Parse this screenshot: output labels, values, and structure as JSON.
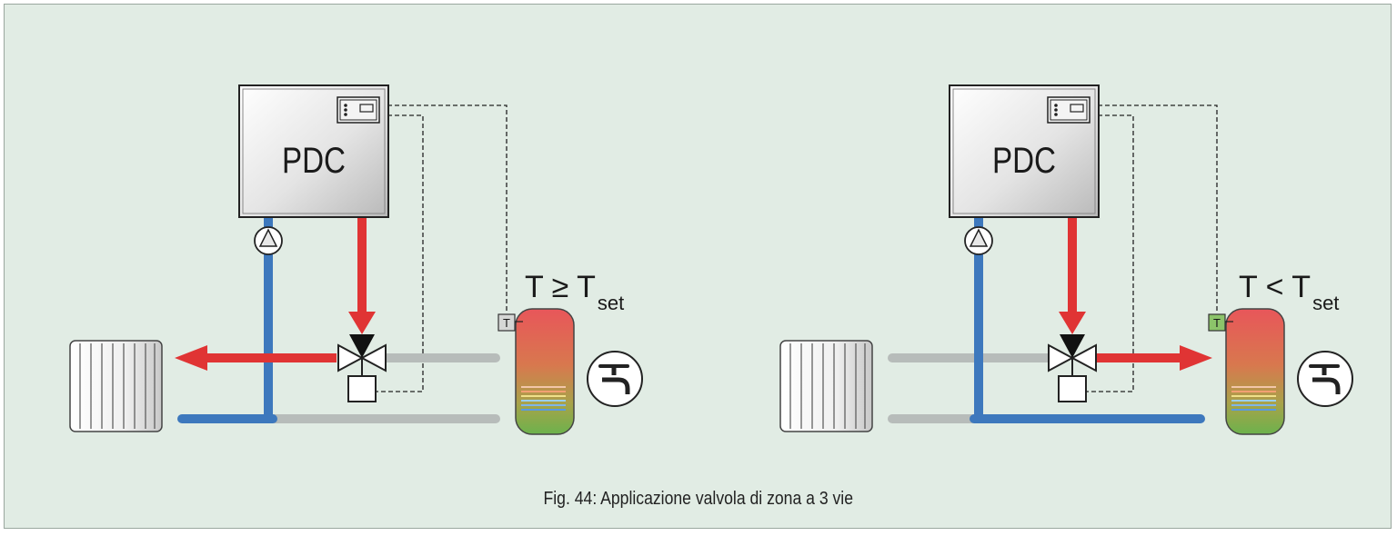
{
  "caption": "Fig. 44: Applicazione valvola di zona a 3 vie",
  "colors": {
    "background": "#e1ece4",
    "hot_pipe": "#e03434",
    "cold_pipe": "#3d78bd",
    "idle_pipe": "#b7bcba",
    "sensor_active": "#8cc46a",
    "sensor_idle": "#d5d7d5"
  },
  "panels": [
    {
      "unit_label": "PDC",
      "condition": {
        "main": "T ≥ T",
        "subscript": "set"
      },
      "sensor_label": "T",
      "active_path": "radiator",
      "icons": [
        "heat-pump-unit",
        "circulation-pump-icon",
        "three-way-valve-icon",
        "radiator-icon",
        "hot-water-tank-icon",
        "tap-icon"
      ]
    },
    {
      "unit_label": "PDC",
      "condition": {
        "main": "T < T",
        "subscript": "set"
      },
      "sensor_label": "T",
      "active_path": "tank",
      "icons": [
        "heat-pump-unit",
        "circulation-pump-icon",
        "three-way-valve-icon",
        "radiator-icon",
        "hot-water-tank-icon",
        "tap-icon"
      ]
    }
  ]
}
